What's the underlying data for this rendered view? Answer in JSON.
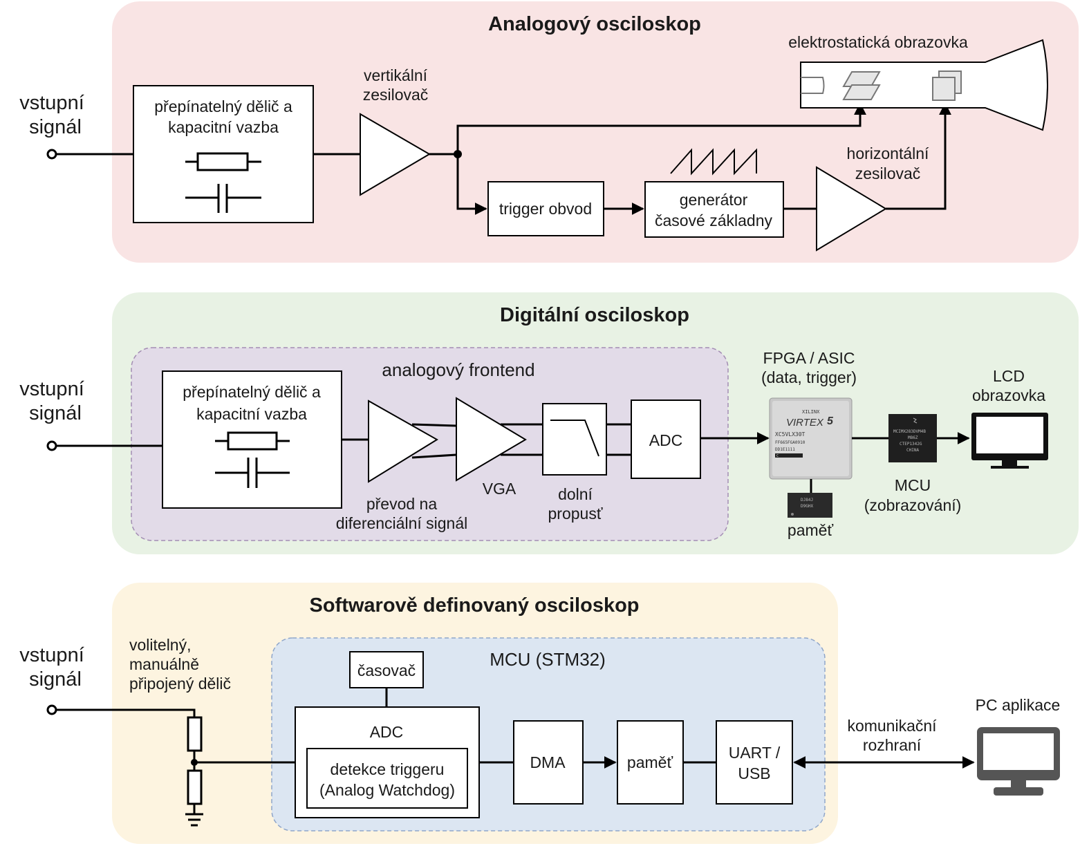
{
  "analog": {
    "title": "Analogový osciloskop",
    "input_label": [
      "vstupní",
      "signál"
    ],
    "divider_label": [
      "přepínatelný dělič a",
      "kapacitní vazba"
    ],
    "vertical_amp": [
      "vertikální",
      "zesilovač"
    ],
    "screen_label": "elektrostatická obrazovka",
    "trigger": "trigger obvod",
    "timebase": [
      "generátor",
      "časové základny"
    ],
    "horizontal_amp": [
      "horizontální",
      "zesilovač"
    ]
  },
  "digital": {
    "title": "Digitální osciloskop",
    "input_label": [
      "vstupní",
      "signál"
    ],
    "frontend": "analogový frontend",
    "divider_label": [
      "přepínatelný dělič a",
      "kapacitní vazba"
    ],
    "diff": [
      "převod na",
      "diferenciální signál"
    ],
    "vga": "VGA",
    "lowpass": [
      "dolní",
      "propusť"
    ],
    "adc": "ADC",
    "fpga": [
      "FPGA / ASIC",
      "(data, trigger)"
    ],
    "memory": "paměť",
    "mcu": [
      "MCU",
      "(zobrazování)"
    ],
    "lcd": [
      "LCD",
      "obrazovka"
    ],
    "fpga_chip_text": [
      "XILINX",
      "VIRTEX",
      "5",
      "XC5VLX30T",
      "FF665FGA0910",
      "DD1E1111",
      "C"
    ],
    "mcu_chip_text": [
      "MCIMX283DVM4B",
      "M86Z",
      "CTEP1342G",
      "CHINA"
    ],
    "mem_chip_text": [
      "DJ84J",
      "D9GHX"
    ]
  },
  "software": {
    "title": "Softwarově definovaný osciloskop",
    "input_label": [
      "vstupní",
      "signál"
    ],
    "divider_note": [
      "volitelný,",
      "manuálně",
      "připojený dělič"
    ],
    "mcu_region": "MCU (STM32)",
    "timer": "časovač",
    "adc": "ADC",
    "trigger_detect": [
      "detekce triggeru",
      "(Analog Watchdog)"
    ],
    "dma": "DMA",
    "memory": "paměť",
    "uart": [
      "UART /",
      "USB"
    ],
    "comm": [
      "komunikační",
      "rozhraní"
    ],
    "pc": "PC aplikace"
  }
}
